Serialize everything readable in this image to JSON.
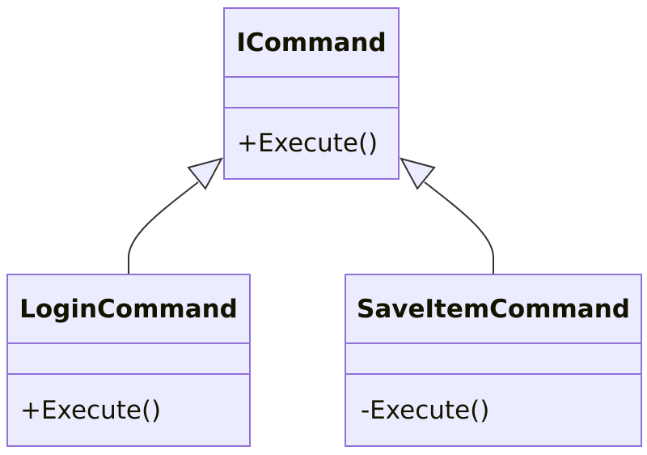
{
  "diagram": {
    "classes": [
      {
        "id": "icommand",
        "name": "ICommand",
        "attributes": [],
        "methods": [
          "+Execute()"
        ]
      },
      {
        "id": "login",
        "name": "LoginCommand",
        "attributes": [],
        "methods": [
          "+Execute()"
        ]
      },
      {
        "id": "save",
        "name": "SaveItemCommand",
        "attributes": [],
        "methods": [
          "-Execute()"
        ]
      }
    ],
    "relations": [
      {
        "from": "LoginCommand",
        "to": "ICommand",
        "type": "inheritance"
      },
      {
        "from": "SaveItemCommand",
        "to": "ICommand",
        "type": "inheritance"
      }
    ],
    "colors": {
      "box_fill": "#ececff",
      "box_border": "#9370db",
      "text": "#131300",
      "edge": "#333333"
    }
  }
}
